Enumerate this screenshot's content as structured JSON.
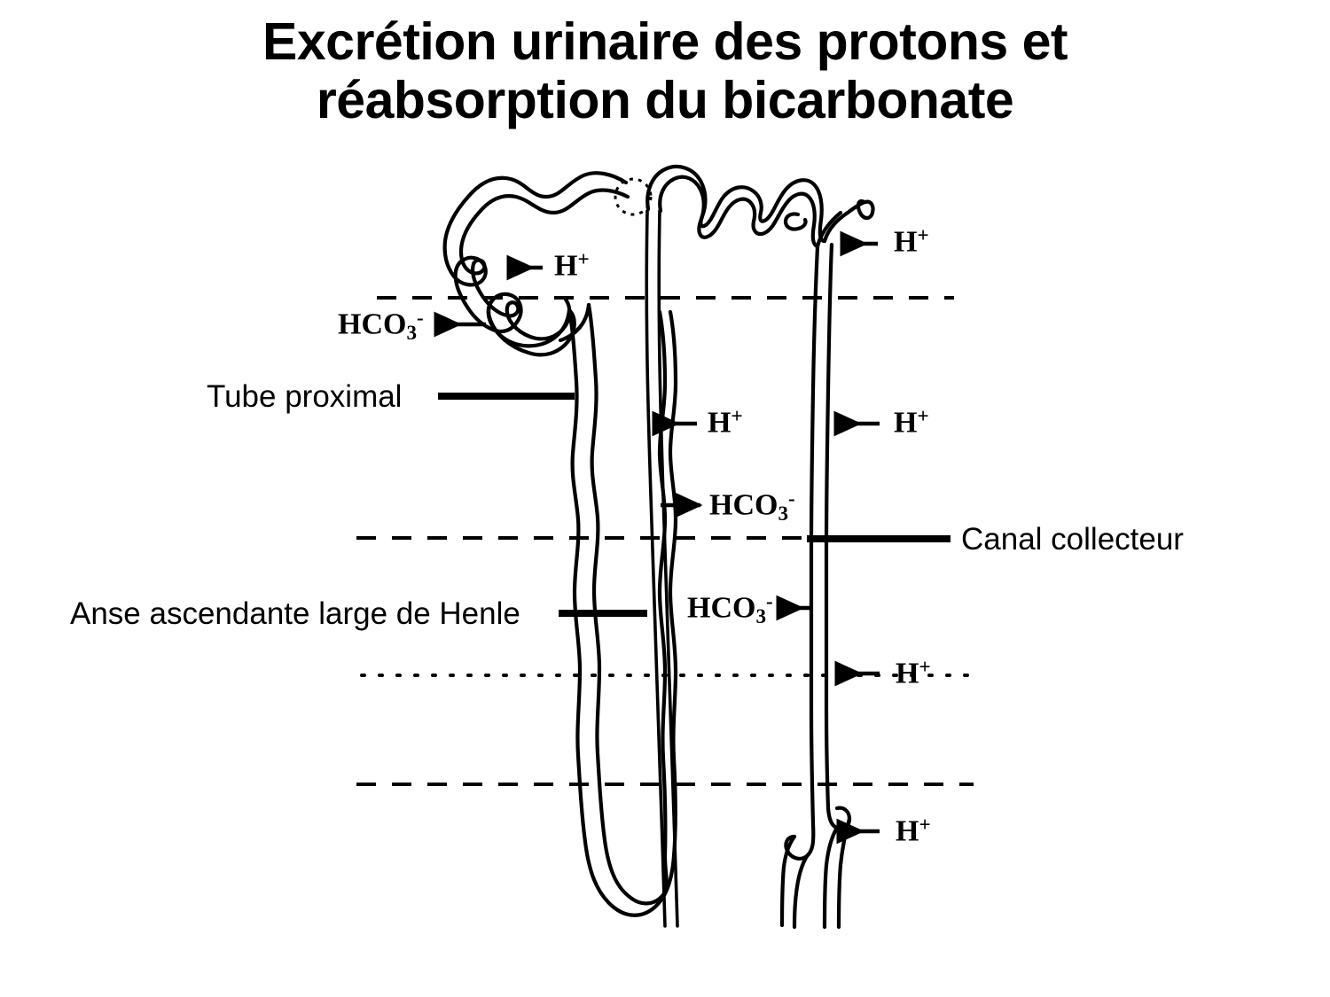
{
  "title": {
    "line1": "Excrétion urinaire des protons et",
    "line2": "réabsorption du bicarbonate"
  },
  "structure_labels": [
    {
      "id": "tube-proximal",
      "text": "Tube proximal"
    },
    {
      "id": "anse-henle",
      "text": "Anse ascendante large de Henle"
    },
    {
      "id": "canal-collecteur",
      "text": "Canal collecteur"
    }
  ],
  "ion_labels": [
    {
      "id": "h-proximal-convolute",
      "species": "H",
      "charge": "+",
      "subscript": ""
    },
    {
      "id": "h-collecting-top",
      "species": "H",
      "charge": "+",
      "subscript": ""
    },
    {
      "id": "hco3-proximal",
      "species": "HCO",
      "charge": "-",
      "subscript": "3"
    },
    {
      "id": "h-henle-mid",
      "species": "H",
      "charge": "+",
      "subscript": ""
    },
    {
      "id": "h-collecting-mid",
      "species": "H",
      "charge": "+",
      "subscript": ""
    },
    {
      "id": "hco3-henle-out",
      "species": "HCO",
      "charge": "-",
      "subscript": "3"
    },
    {
      "id": "hco3-collecting-out",
      "species": "HCO",
      "charge": "-",
      "subscript": "3"
    },
    {
      "id": "h-collecting-inner",
      "species": "H",
      "charge": "+",
      "subscript": ""
    },
    {
      "id": "h-collecting-bottom",
      "species": "H",
      "charge": "+",
      "subscript": ""
    }
  ],
  "zone_dividers": [
    {
      "id": "divider-cortex-outer-medulla",
      "style": "dashed"
    },
    {
      "id": "divider-outer-medulla-inner",
      "style": "dashed"
    },
    {
      "id": "divider-inner-stripe",
      "style": "dotted"
    },
    {
      "id": "divider-inner-medulla",
      "style": "dashed"
    }
  ],
  "colors": {
    "ink": "#000000",
    "background": "#ffffff"
  },
  "icons": {
    "glomerulus_connection": "dotted-circle-icon",
    "flow_arrow": "arrow-left-icon",
    "flow_arrow_right": "arrow-right-icon",
    "leader_line": "leader-line-icon"
  }
}
